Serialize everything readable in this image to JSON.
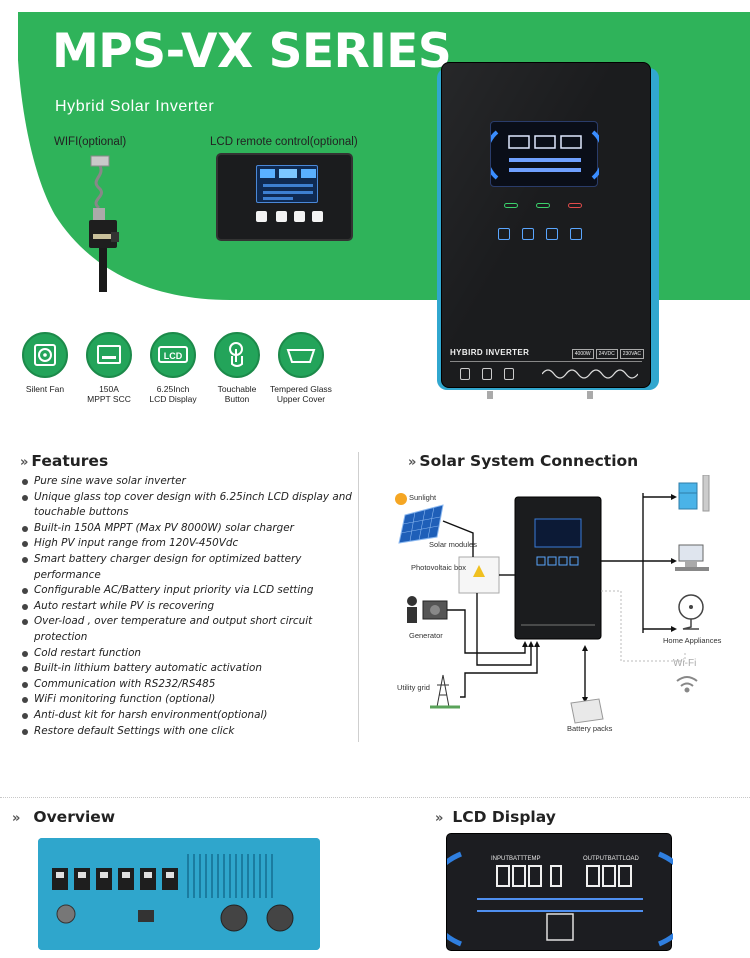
{
  "header": {
    "title": "MPS-VX SERIES",
    "subtitle": "Hybrid Solar Inverter",
    "wifi_label": "WIFI(optional)",
    "lcd_remote_label": "LCD remote control(optional)",
    "brand_color": "#2fb35a"
  },
  "inverter": {
    "label": "HYBIRD   INVERTER",
    "tags": [
      "4000W",
      "24VDC",
      "230VAC"
    ]
  },
  "feature_icons": [
    {
      "icon": "fan-icon",
      "label": "Silent Fan"
    },
    {
      "icon": "mppt-icon",
      "label": "150A\nMPPT SCC"
    },
    {
      "icon": "lcd-icon",
      "label": "6.25Inch\nLCD Display",
      "glyph": "LCD"
    },
    {
      "icon": "touch-icon",
      "label": "Touchable\nButton"
    },
    {
      "icon": "glass-icon",
      "label": "Tempered Glass\nUpper Cover"
    }
  ],
  "features": {
    "heading": "Features",
    "items": [
      "Pure sine wave solar inverter",
      "Unique glass top cover design with 6.25inch LCD display and touchable buttons",
      "Built-in 150A MPPT (Max PV 8000W) solar charger",
      "High PV input range from 120V-450Vdc",
      "Smart battery charger design for optimized battery performance",
      "Configurable AC/Battery input priority via LCD setting",
      "Auto restart while PV is recovering",
      "Over-load , over temperature and output short circuit protection",
      "Cold restart function",
      "Built-in lithium battery automatic activation",
      "Communication with RS232/RS485",
      "WiFi monitoring function (optional)",
      "Anti-dust kit for harsh environment(optional)",
      "Restore default Settings with one click"
    ]
  },
  "solar_system": {
    "heading": "Solar System Connection",
    "labels": {
      "sunlight": "Sunlight",
      "solar_modules": "Solar modules",
      "pv_box": "Photovoltaic box",
      "generator": "Generator",
      "utility_grid": "Utility grid",
      "battery_packs": "Battery packs",
      "home_appliances": "Home Appliances",
      "wifi": "Wi-Fi"
    }
  },
  "overview": {
    "heading": "Overview"
  },
  "lcd_display": {
    "heading": "LCD Display",
    "input_label": "INPUTBATTTEMP",
    "output_label": "OUTPUTBATTLOAD"
  }
}
